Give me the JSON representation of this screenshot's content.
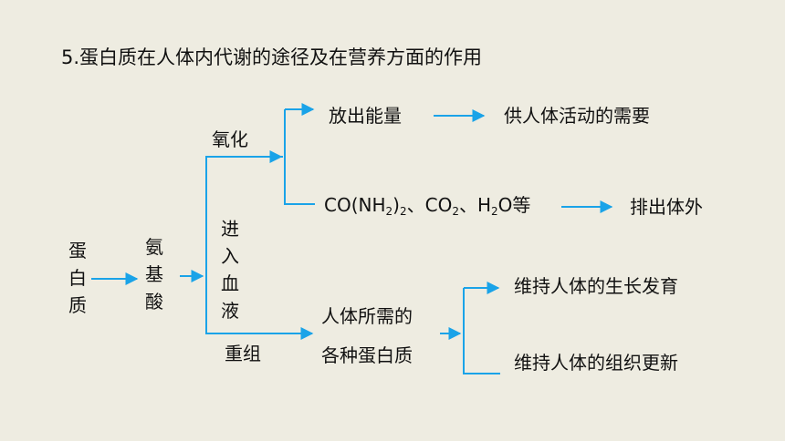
{
  "title": "5.蛋白质在人体内代谢的途径及在营养方面的作用",
  "colors": {
    "background": "#eeece1",
    "arrow": "#1aa3e8",
    "text": "#111111"
  },
  "nodes": {
    "protein": [
      "蛋",
      "白",
      "质"
    ],
    "amino_acid": [
      "氨",
      "基",
      "酸"
    ],
    "enter_blood": [
      "进",
      "入",
      "血",
      "液"
    ],
    "oxidation": "氧化",
    "recombine": "重组",
    "release_energy": "放出能量",
    "human_activity": "供人体活动的需要",
    "products": {
      "co": "CO(NH",
      "co_sub": "2",
      "co_close": ")",
      "co_sub2": "2",
      "sep1": "、CO",
      "co2_sub": "2",
      "sep2": "、H",
      "h2o_sub": "2",
      "tail": "O等"
    },
    "excrete": "排出体外",
    "needed_protein_line1": "人体所需的",
    "needed_protein_line2": "各种蛋白质",
    "growth": "维持人体的生长发育",
    "tissue_renewal": "维持人体的组织更新"
  }
}
